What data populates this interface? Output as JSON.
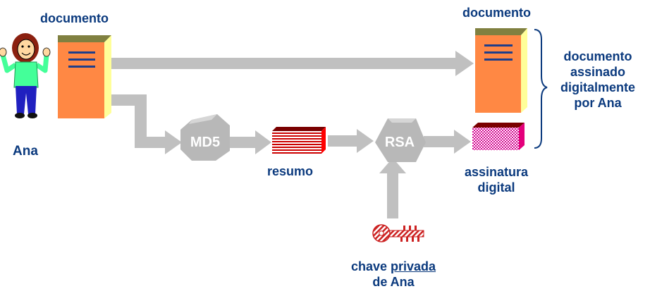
{
  "labels": {
    "sender_name": "Ana",
    "document_left": "documento",
    "document_right": "documento",
    "hash_algorithm": "MD5",
    "digest": "resumo",
    "cipher_algorithm": "RSA",
    "signature_line1": "assinatura",
    "signature_line2": "digital",
    "key_word1": "chave",
    "key_word2": "privada",
    "key_line2": "de Ana",
    "signed_line1": "documento",
    "signed_line2": "assinado",
    "signed_line3": "digitalmente",
    "signed_line4": "por Ana"
  },
  "colors": {
    "text": "#0b3a7e",
    "document_body": "#ff8844",
    "document_top": "#808040",
    "document_side": "#ffff99",
    "document_lines": "#1f3e8a",
    "arrow": "#c0c0c0",
    "process_node": "#b8b8b8",
    "digest": "#cc0000",
    "signature": "#e4007c",
    "key": "#cc2222",
    "person_shirt": "#44ff99",
    "person_hair": "#8b2010",
    "person_pants": "#2020c0"
  }
}
